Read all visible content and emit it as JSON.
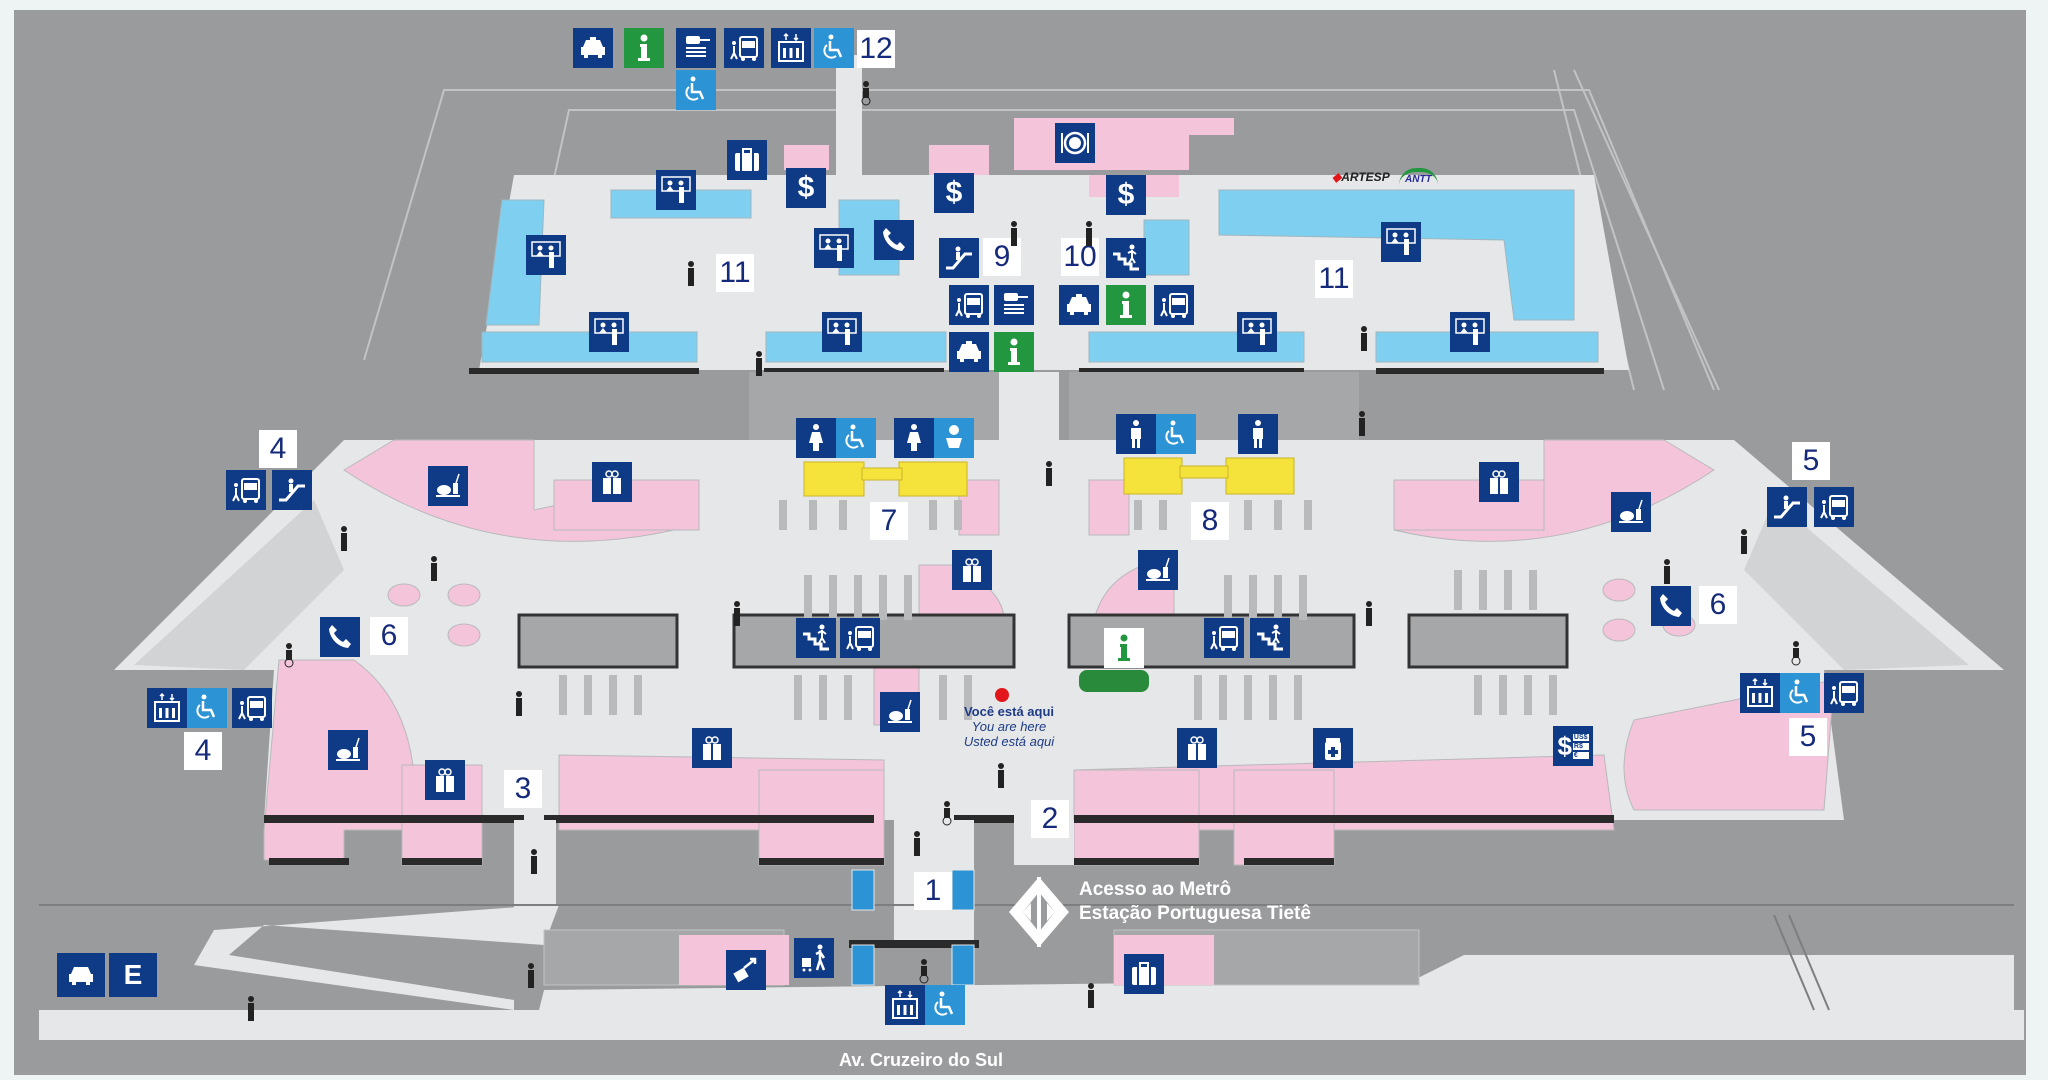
{
  "map": {
    "title": "Terminal Rodoviário Tietê - mapa",
    "street_label": "Av. Cruzeiro do Sul",
    "metro": {
      "line1": "Acesso ao Metrô",
      "line2": "Estação Portuguesa Tietê"
    },
    "you_are_here": {
      "pt": "Você está aqui",
      "en": "You are here",
      "es": "Usted está aqui"
    },
    "logos": {
      "artesp": "ARTESP",
      "antt": "ANTT"
    },
    "parking_letter": "E",
    "zone_numbers": {
      "z1": "1",
      "z2": "2",
      "z3": "3",
      "z4a": "4",
      "z4b": "4",
      "z5a": "5",
      "z5b": "5",
      "z6a": "6",
      "z6b": "6",
      "z7": "7",
      "z8": "8",
      "z9": "9",
      "z10": "10",
      "z11a": "11",
      "z11b": "11",
      "z12": "12"
    },
    "currency_exchange": {
      "usd": "US$",
      "brl": "R$",
      "eur": "€"
    }
  },
  "legend_icons": {
    "taxi": "taxi-icon",
    "info": "information-icon",
    "ticket": "ticket-counter-icon",
    "bus": "bus-boarding-icon",
    "elevator": "elevator-icon",
    "wheelchair": "wheelchair-accessible-icon",
    "luggage": "luggage-storage-icon",
    "booth": "ticket-booth-icon",
    "money": "atm-dollar-icon",
    "restaurant": "restaurant-icon",
    "phone": "telephone-icon",
    "escalator": "escalator-icon",
    "stairs": "stairs-icon",
    "woman": "womens-restroom-icon",
    "man": "mens-restroom-icon",
    "baby": "baby-changing-icon",
    "snack": "snack-bar-icon",
    "gift": "gift-shop-icon",
    "pharmacy": "pharmacy-icon",
    "exchange": "currency-exchange-icon",
    "baggage_cart": "baggage-cart-icon",
    "porter": "porter-icon",
    "car": "parking-car-icon"
  },
  "colors": {
    "sign_blue": "#0f3a86",
    "sign_light_blue": "#2c93d4",
    "info_green": "#22973f",
    "shop_pink": "#f4c4da",
    "platform_blue": "#7fd0f0",
    "restroom_yellow": "#f5e23a",
    "floor": "#e6e7e8",
    "background_gray": "#9a9b9d",
    "you_are_here_red": "#e3161b"
  }
}
